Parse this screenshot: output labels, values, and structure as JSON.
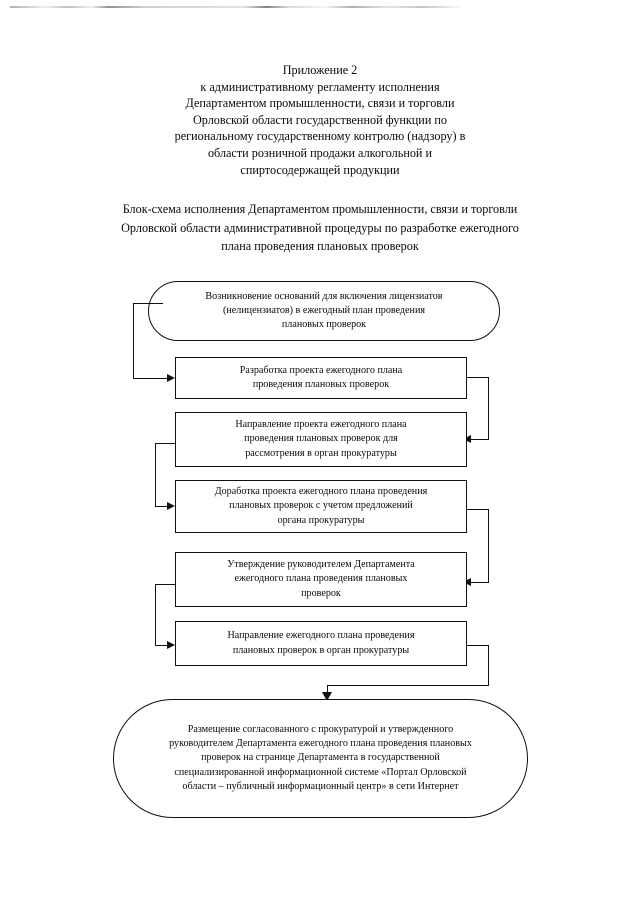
{
  "document": {
    "header": {
      "lines": [
        "Приложение 2",
        "к административному регламенту исполнения",
        "Департаментом промышленности, связи и торговли",
        "Орловской области государственной функции по",
        "региональному государственному контролю (надзору) в",
        "области розничной продажи алкогольной и",
        "спиртосодержащей продукции"
      ]
    },
    "subtitle": {
      "lines": [
        "Блок-схема исполнения Департаментом промышленности, связи и торговли",
        "Орловской области административной процедуры по разработке ежегодного",
        "плана проведения плановых проверок"
      ]
    }
  },
  "flowchart": {
    "nodes": [
      {
        "id": "start",
        "shape": "terminator",
        "lines": [
          "Возникновение оснований для включения лицензиатов",
          "(нелицензиатов) в ежегодный план проведения",
          "плановых проверок"
        ]
      },
      {
        "id": "step-1",
        "shape": "process",
        "lines": [
          "Разработка проекта ежегодного плана",
          "проведения плановых проверок"
        ]
      },
      {
        "id": "step-2",
        "shape": "process",
        "lines": [
          "Направление проекта ежегодного плана",
          "проведения плановых проверок для",
          "рассмотрения в орган прокуратуры"
        ]
      },
      {
        "id": "step-3",
        "shape": "process",
        "lines": [
          "Доработка проекта ежегодного плана проведения",
          "плановых проверок с учетом предложений",
          "органа прокуратуры"
        ]
      },
      {
        "id": "step-4",
        "shape": "process",
        "lines": [
          "Утверждение руководителем Департамента",
          "ежегодного плана проведения плановых",
          "проверок"
        ]
      },
      {
        "id": "step-5",
        "shape": "process",
        "lines": [
          "Направление ежегодного плана проведения",
          "плановых проверок в орган прокуратуры"
        ]
      },
      {
        "id": "end",
        "shape": "terminator",
        "lines": [
          "Размещение согласованного с прокуратурой и утвержденного",
          "руководителем Департамента ежегодного плана проведения плановых",
          "проверок на странице Департамента в государственной",
          "специализированной информационной системе «Портал Орловской",
          "области – публичный информационный центр» в сети Интернет"
        ]
      }
    ]
  },
  "colors": {
    "ink": "#111111",
    "page": "#ffffff"
  }
}
